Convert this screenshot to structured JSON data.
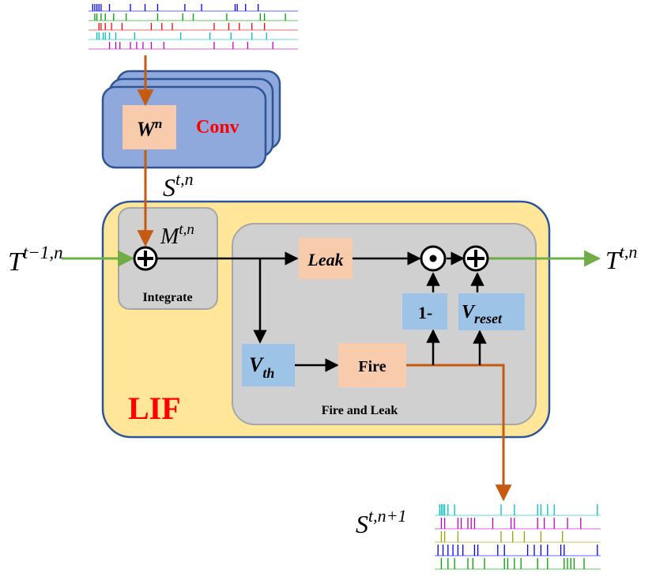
{
  "labels": {
    "conv_weight": {
      "base": "W",
      "sup": "n"
    },
    "conv": "Conv",
    "spike_in": {
      "base": "S",
      "sup": "t,n"
    },
    "temporal_in": {
      "base": "T",
      "sup": "t−1,n"
    },
    "membrane": {
      "base": "M",
      "sup": "t,n"
    },
    "integrate": "Integrate",
    "leak": "Leak",
    "one_minus": "1-",
    "v_reset": {
      "base": "V",
      "sub": "reset"
    },
    "v_th": {
      "base": "V",
      "sub": "th"
    },
    "fire": "Fire",
    "fire_and_leak": "Fire and Leak",
    "lif": "LIF",
    "temporal_out": {
      "base": "T",
      "sup": "t,n"
    },
    "spike_out": {
      "base": "S",
      "sup": "t,n+1"
    }
  },
  "colors": {
    "conv_box": "#8fa9dc",
    "conv_border": "#2f5597",
    "lif_bg": "#ffe699",
    "lif_border": "#2f5597",
    "inner_gray": "#d0d0d0",
    "inner_border": "#a6a6a6",
    "peach": "#f8cbad",
    "blue_box": "#9dc3e6",
    "red_text": "#ff0000",
    "orange_arrow": "#c55a11",
    "green_arrow": "#70ad47",
    "black": "#000000"
  },
  "spike_trains_in": [
    {
      "color": "#0000ff",
      "spikes": [
        0.02,
        0.03,
        0.04,
        0.05,
        0.06,
        0.1,
        0.2,
        0.27,
        0.33,
        0.46,
        0.54,
        0.7,
        0.71,
        0.75,
        0.81
      ]
    },
    {
      "color": "#00a000",
      "spikes": [
        0.03,
        0.04,
        0.06,
        0.08,
        0.12,
        0.18,
        0.33,
        0.45,
        0.5,
        0.66,
        0.82,
        0.84,
        0.94
      ]
    },
    {
      "color": "#ff0000",
      "spikes": [
        0.05,
        0.06,
        0.08,
        0.11,
        0.16,
        0.3,
        0.35,
        0.4,
        0.6,
        0.67,
        0.72,
        0.78,
        0.84
      ]
    },
    {
      "color": "#00bfbf",
      "spikes": [
        0.04,
        0.05,
        0.07,
        0.08,
        0.1,
        0.13,
        0.22,
        0.44,
        0.58,
        0.68,
        0.78,
        0.85
      ]
    },
    {
      "color": "#c000c0",
      "spikes": [
        0.1,
        0.13,
        0.15,
        0.2,
        0.23,
        0.26,
        0.3,
        0.36,
        0.6,
        0.69,
        0.76,
        0.88
      ]
    }
  ],
  "spike_trains_out": [
    {
      "color": "#00bfbf",
      "spikes": [
        0.03,
        0.04,
        0.05,
        0.06,
        0.08,
        0.12,
        0.4,
        0.48,
        0.62,
        0.64,
        0.68,
        0.72,
        0.98
      ]
    },
    {
      "color": "#c000c0",
      "spikes": [
        0.04,
        0.06,
        0.14,
        0.16,
        0.2,
        0.22,
        0.24,
        0.35,
        0.46,
        0.48,
        0.62,
        0.66,
        0.72,
        0.8,
        0.88
      ]
    },
    {
      "color": "#a0a000",
      "spikes": [
        0.04,
        0.06,
        0.14,
        0.4,
        0.47,
        0.54,
        0.64,
        0.77
      ]
    },
    {
      "color": "#0000ff",
      "spikes": [
        0.02,
        0.05,
        0.08,
        0.11,
        0.14,
        0.17,
        0.24,
        0.26,
        0.38,
        0.42,
        0.56,
        0.6,
        0.64,
        0.68,
        0.76,
        0.78,
        0.98
      ]
    },
    {
      "color": "#00a000",
      "spikes": [
        0.04,
        0.08,
        0.12,
        0.2,
        0.23,
        0.3,
        0.42,
        0.44,
        0.48,
        0.52,
        0.62,
        0.68,
        0.78,
        0.8,
        0.82,
        0.84,
        0.9
      ]
    }
  ]
}
